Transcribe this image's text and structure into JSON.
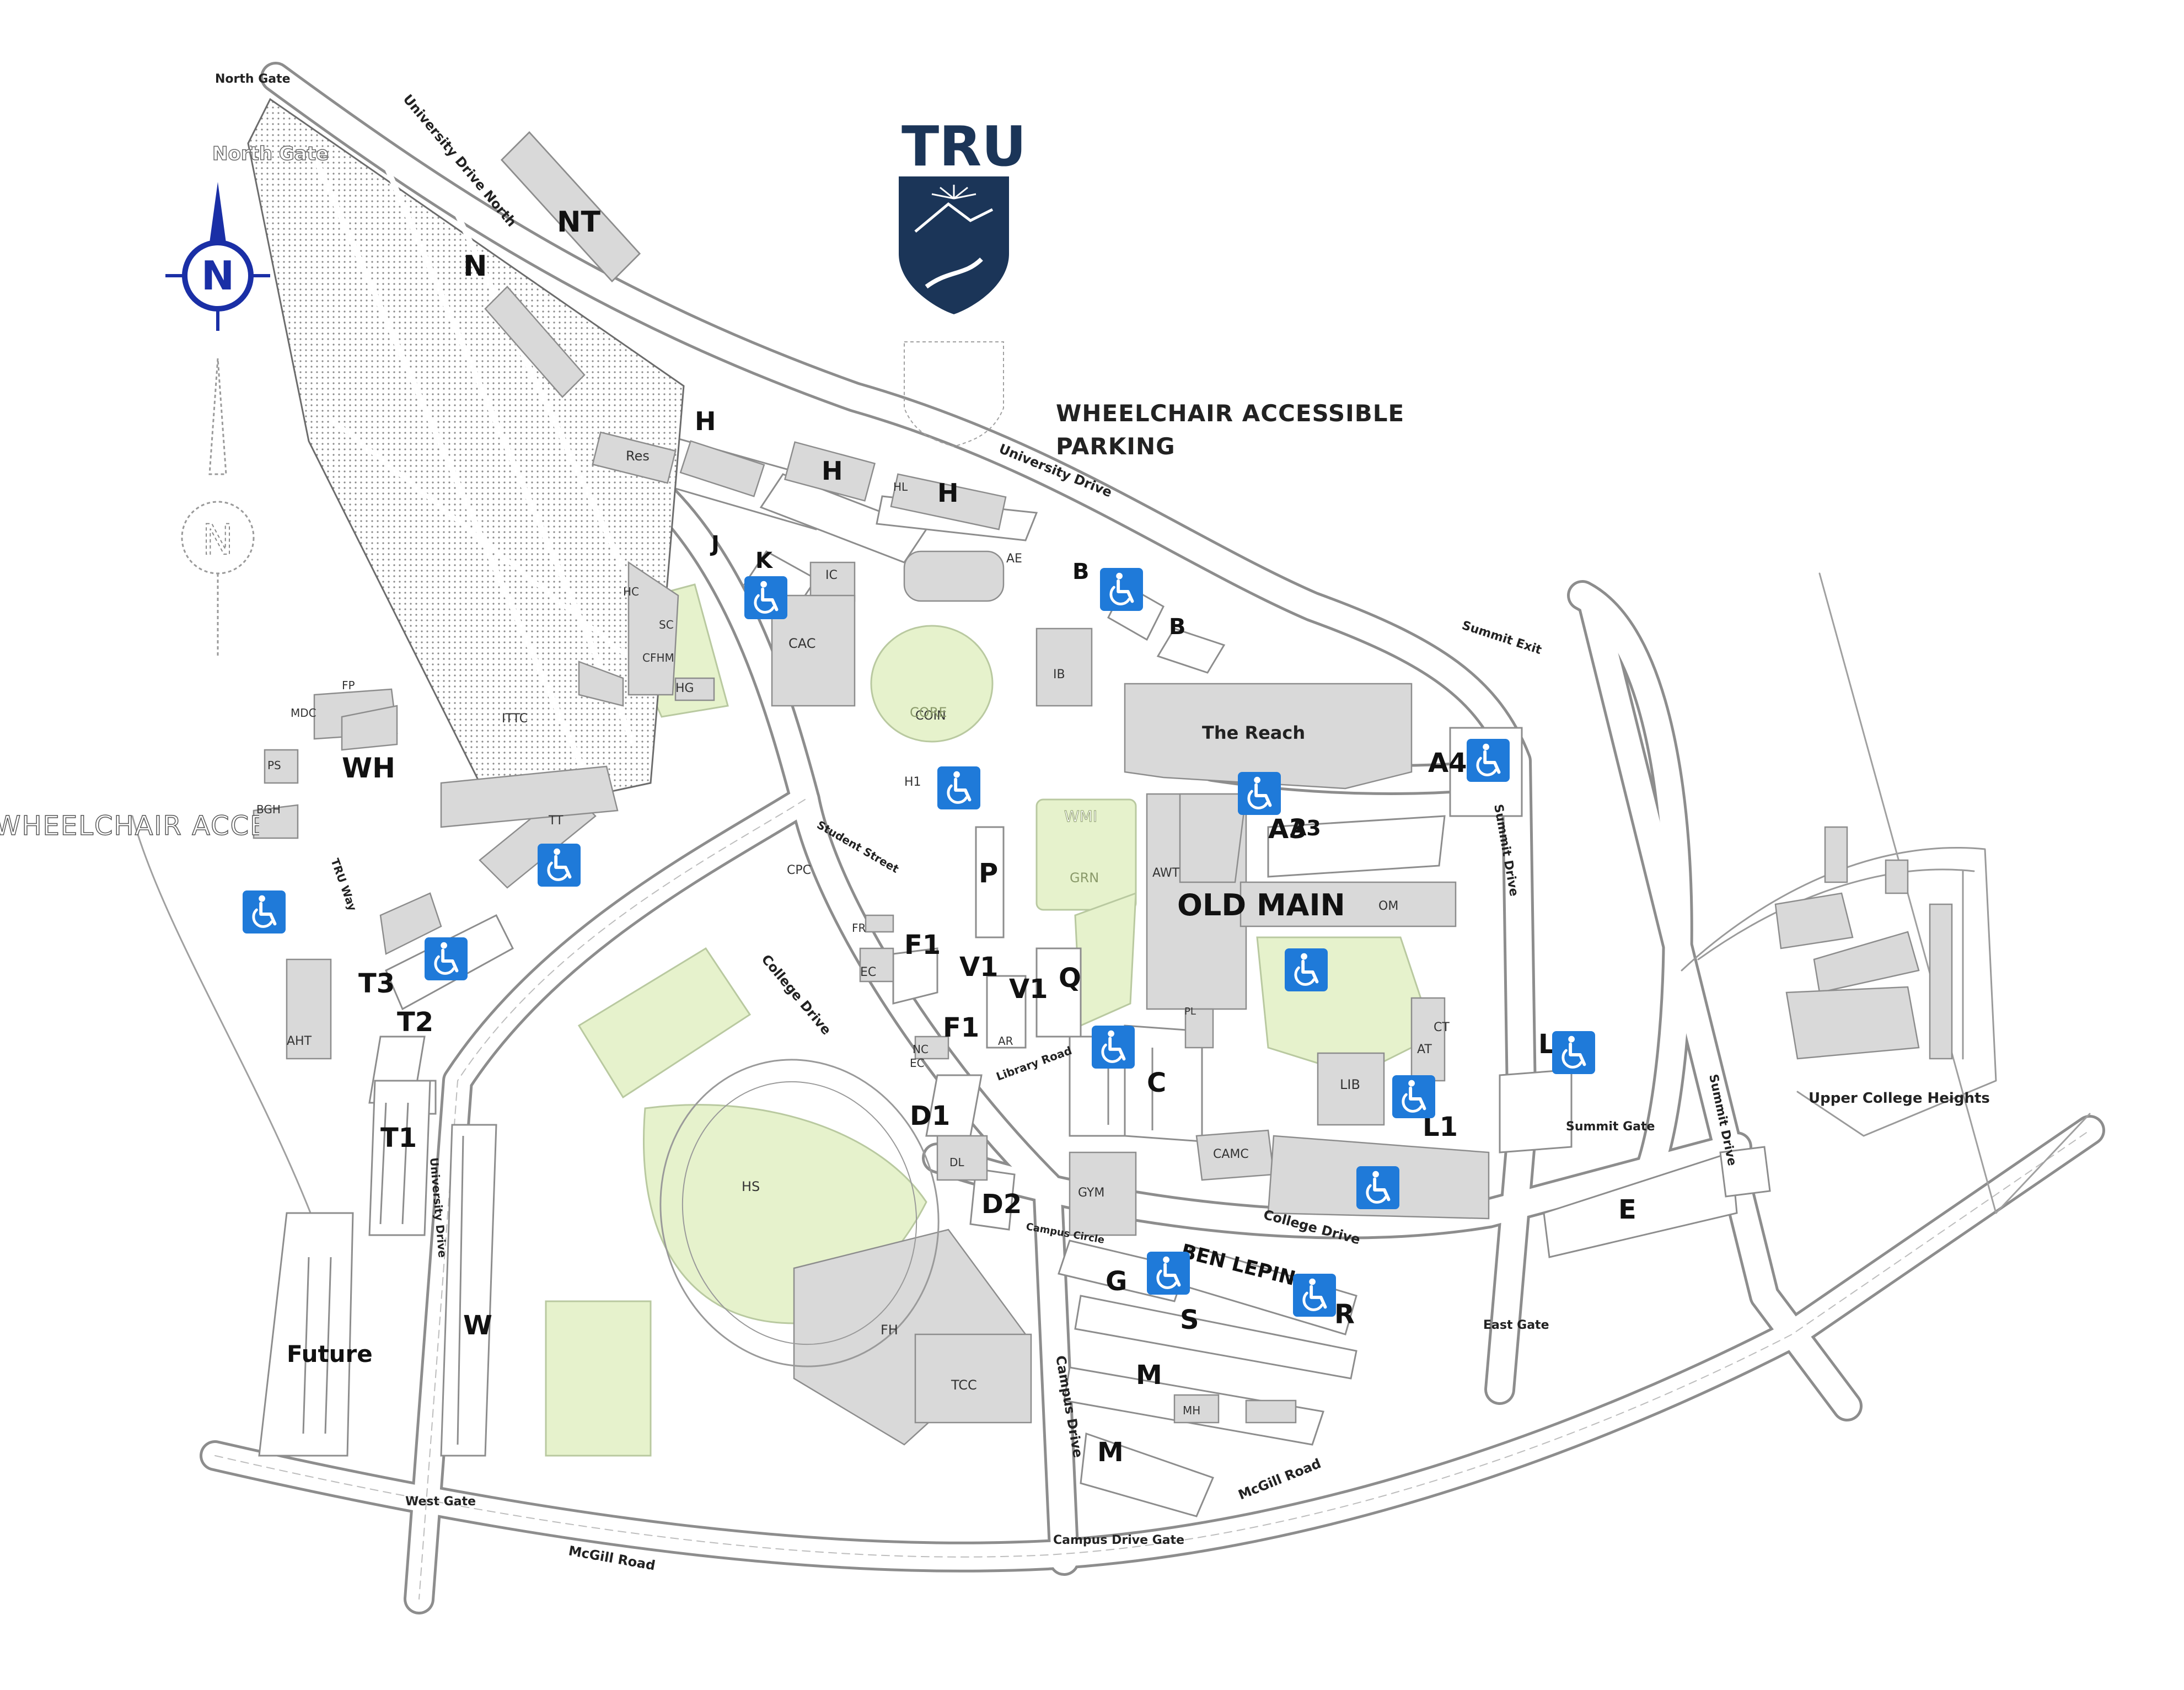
{
  "brand": {
    "name": "TRU",
    "color": "#1b3558"
  },
  "colors": {
    "building": "#d9d9d9",
    "green": "#e6f2cc",
    "road_outline": "#9a9a9a",
    "accessible_blue": "#1f7ad9",
    "compass": "#1a2fa6"
  },
  "compass": {
    "label": "N",
    "ghost_label": "N",
    "icon": "compass-north-icon"
  },
  "legend": {
    "title": "WHEELCHAIR ACCESSIBLE PARKING",
    "ghost_title": "WHEELCHAIR ACCESSIBLE",
    "icon": "wheelchair-accessible-icon"
  },
  "gates": {
    "north": "North Gate",
    "north_ghost": "North Gate",
    "summit_exit": "Summit Exit",
    "summit": "Summit Gate",
    "east": "East Gate",
    "west": "West Gate",
    "campus_drive": "Campus Drive Gate"
  },
  "roads": {
    "university_drive": "University Drive",
    "university_drive_north": "University Drive North",
    "summit_drive": "Summit Drive",
    "college_drive": "College Drive",
    "mcgill_west": "McGill Road",
    "mcgill_east": "McGill Road",
    "campus_drive": "Campus Drive",
    "ben_lepin": "BEN LEPIN",
    "campus_circle": "Campus Circle",
    "student_st": "Student Street",
    "library_road": "Library Road",
    "tru_way": "TRU Way"
  },
  "parking_lots": [
    "NT",
    "N",
    "H",
    "H",
    "H",
    "J",
    "K",
    "B",
    "B",
    "A4",
    "A3",
    "WH",
    "P",
    "F1",
    "F1",
    "V1",
    "V1",
    "Q",
    "T3",
    "T2",
    "T1",
    "D1",
    "D2",
    "C",
    "L",
    "L1",
    "E",
    "G",
    "R",
    "S",
    "M",
    "M",
    "W",
    "Future"
  ],
  "buildings": [
    "Res",
    "HL",
    "IC",
    "AE",
    "CAC",
    "IB",
    "HC",
    "SC",
    "CFHM",
    "HG",
    "FP",
    "MDC",
    "PS",
    "BGH",
    "ITTC",
    "TT",
    "COIN",
    "H1",
    "The Reach",
    "AWT",
    "OLD MAIN",
    "OM",
    "A3",
    "CPC",
    "FR",
    "EC",
    "NC",
    "AR",
    "EC",
    "CT",
    "AT",
    "LIB",
    "CAMC",
    "GYM",
    "HS",
    "FH",
    "TCC",
    "DL",
    "MH",
    "AHT",
    "PL"
  ],
  "green_labels": [
    "CORE",
    "WMI",
    "GRN"
  ],
  "areas": {
    "upper_college_heights": "Upper College Heights"
  },
  "accessible_spots": 15
}
